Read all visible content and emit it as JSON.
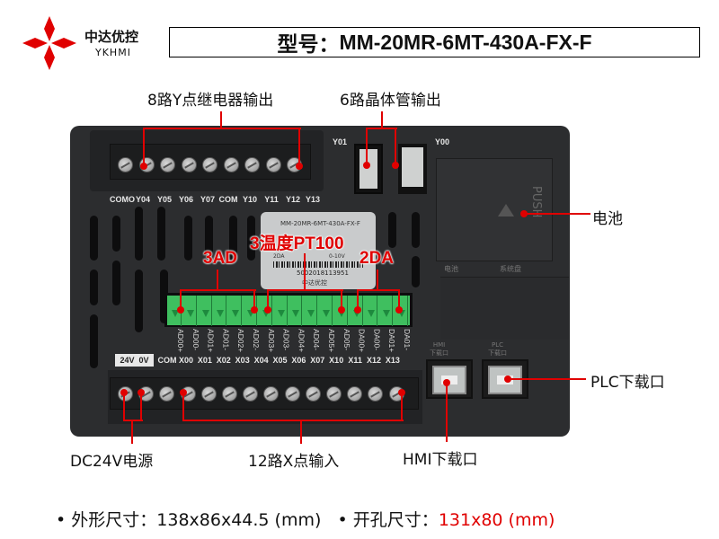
{
  "brand": {
    "name_cn": "中达优控",
    "name_en": "YKHMI",
    "logo_color": "#e00000"
  },
  "model": {
    "label": "型号：",
    "value": "MM-20MR-6MT-430A-FX-F"
  },
  "device": {
    "top_terminal_labels": [
      "COMO",
      "Y04",
      "Y05",
      "Y06",
      "Y07",
      "COM",
      "Y10",
      "Y11",
      "Y12",
      "Y13"
    ],
    "connector_labels": {
      "y01": "Y01",
      "y00": "Y00"
    },
    "battery_cover": {
      "push": "PUSH",
      "sub_labels": [
        "电池",
        "系统盘"
      ]
    },
    "sticker": {
      "model": "MM-20MR-6MT-430A-FX-F",
      "da": "2DA",
      "range": "0-10V",
      "serial": "5002018113951",
      "brand": "中达优控"
    },
    "analog_labels": [
      "AD00+",
      "AD00-",
      "AD01+",
      "AD01-",
      "AD02+",
      "AD02-",
      "AD03+",
      "AD03-",
      "AD04+",
      "AD04-",
      "AD05+",
      "AD05-",
      "DA00+",
      "DA00-",
      "DA01+",
      "DA01-"
    ],
    "power_label": "24V  0V",
    "bottom_terminal_labels": [
      "COM",
      "X00",
      "X01",
      "X02",
      "X03",
      "X04",
      "X05",
      "X06",
      "X07",
      "X10",
      "X11",
      "X12",
      "X13"
    ],
    "usb_labels": {
      "hmi": "HMI\n下载口",
      "plc": "PLC\n下载口"
    }
  },
  "annotations": {
    "relay_output": "8路Y点继电器输出",
    "transistor_output": "6路晶体管输出",
    "battery": "电池",
    "plc_port": "PLC下载口",
    "hmi_port": "HMI下载口",
    "dc_power": "DC24V电源",
    "x_input": "12路X点输入",
    "ad": "3AD",
    "pt100": "3温度PT100",
    "da": "2DA"
  },
  "footer": {
    "bullet": "•",
    "dim_label": "外形尺寸：",
    "dim_value": "138x86x44.5 (mm)",
    "cut_label": "开孔尺寸：",
    "cut_value": "131x80 (mm)",
    "accent": "#e00000"
  }
}
